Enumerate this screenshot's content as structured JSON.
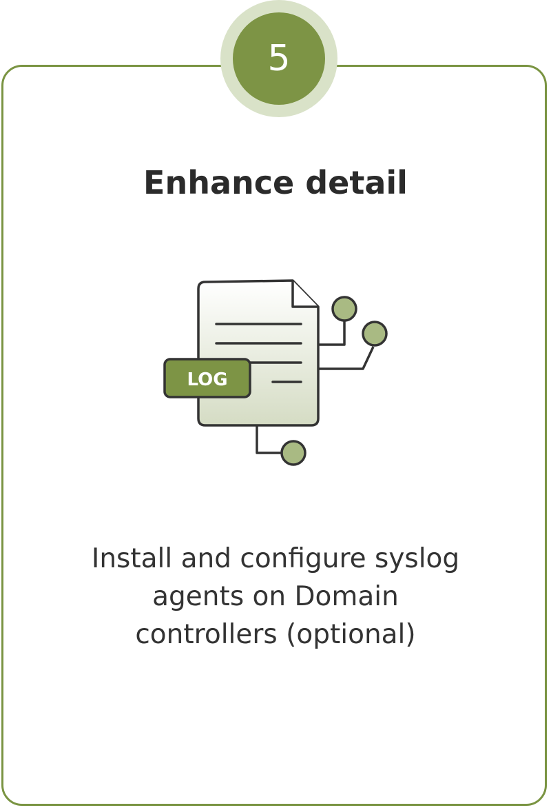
{
  "step": {
    "number": "5"
  },
  "title": "Enhance detail",
  "illustration": {
    "icon": "log-file-icon",
    "badge_label": "LOG"
  },
  "description": {
    "lines": [
      "Install and configure syslog",
      "agents on Domain",
      "controllers (optional)"
    ]
  },
  "colors": {
    "accent": "#7a9442",
    "badge_outer": "#d9e2c8",
    "node_fill": "#a9ba83",
    "text_dark": "#2b2b2b"
  }
}
